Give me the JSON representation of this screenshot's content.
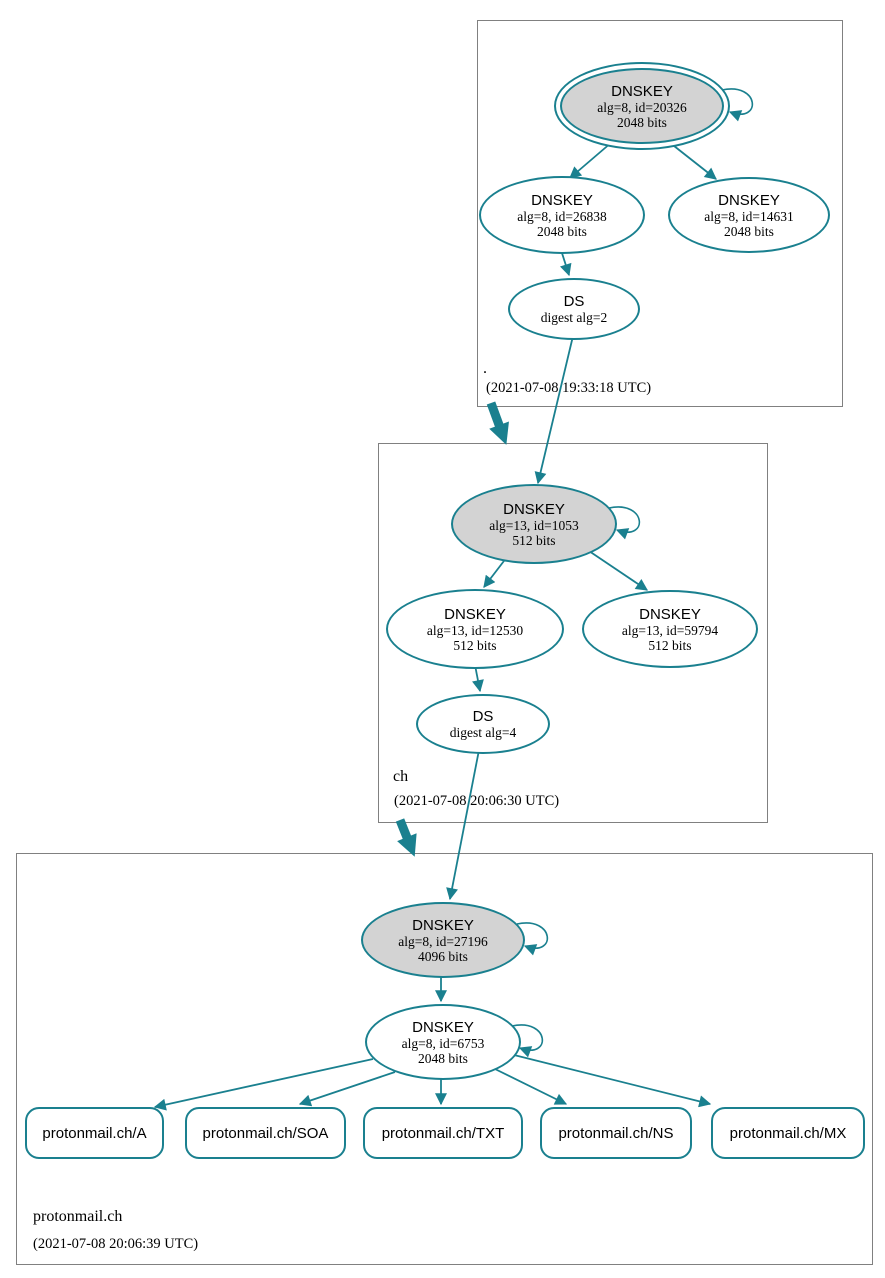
{
  "colors": {
    "teal": "#1a808f",
    "ksk_fill": "#d3d3d3",
    "box_border": "#808080",
    "text": "#000000"
  },
  "zones": [
    {
      "label": ".",
      "timestamp": "(2021-07-08 19:33:18 UTC)",
      "nodes": {
        "ksk": {
          "title": "DNSKEY",
          "line2": "alg=8, id=20326",
          "line3": "2048 bits"
        },
        "zsk1": {
          "title": "DNSKEY",
          "line2": "alg=8, id=26838",
          "line3": "2048 bits"
        },
        "zsk2": {
          "title": "DNSKEY",
          "line2": "alg=8, id=14631",
          "line3": "2048 bits"
        },
        "ds": {
          "title": "DS",
          "line2": "digest alg=2"
        }
      }
    },
    {
      "label": "ch",
      "timestamp": "(2021-07-08 20:06:30 UTC)",
      "nodes": {
        "ksk": {
          "title": "DNSKEY",
          "line2": "alg=13, id=1053",
          "line3": "512 bits"
        },
        "zsk1": {
          "title": "DNSKEY",
          "line2": "alg=13, id=12530",
          "line3": "512 bits"
        },
        "zsk2": {
          "title": "DNSKEY",
          "line2": "alg=13, id=59794",
          "line3": "512 bits"
        },
        "ds": {
          "title": "DS",
          "line2": "digest alg=4"
        }
      }
    },
    {
      "label": "protonmail.ch",
      "timestamp": "(2021-07-08 20:06:39 UTC)",
      "nodes": {
        "ksk": {
          "title": "DNSKEY",
          "line2": "alg=8, id=27196",
          "line3": "4096 bits"
        },
        "zsk": {
          "title": "DNSKEY",
          "line2": "alg=8, id=6753",
          "line3": "2048 bits"
        }
      },
      "rrsets": [
        {
          "label": "protonmail.ch/A"
        },
        {
          "label": "protonmail.ch/SOA"
        },
        {
          "label": "protonmail.ch/TXT"
        },
        {
          "label": "protonmail.ch/NS"
        },
        {
          "label": "protonmail.ch/MX"
        }
      ]
    }
  ]
}
